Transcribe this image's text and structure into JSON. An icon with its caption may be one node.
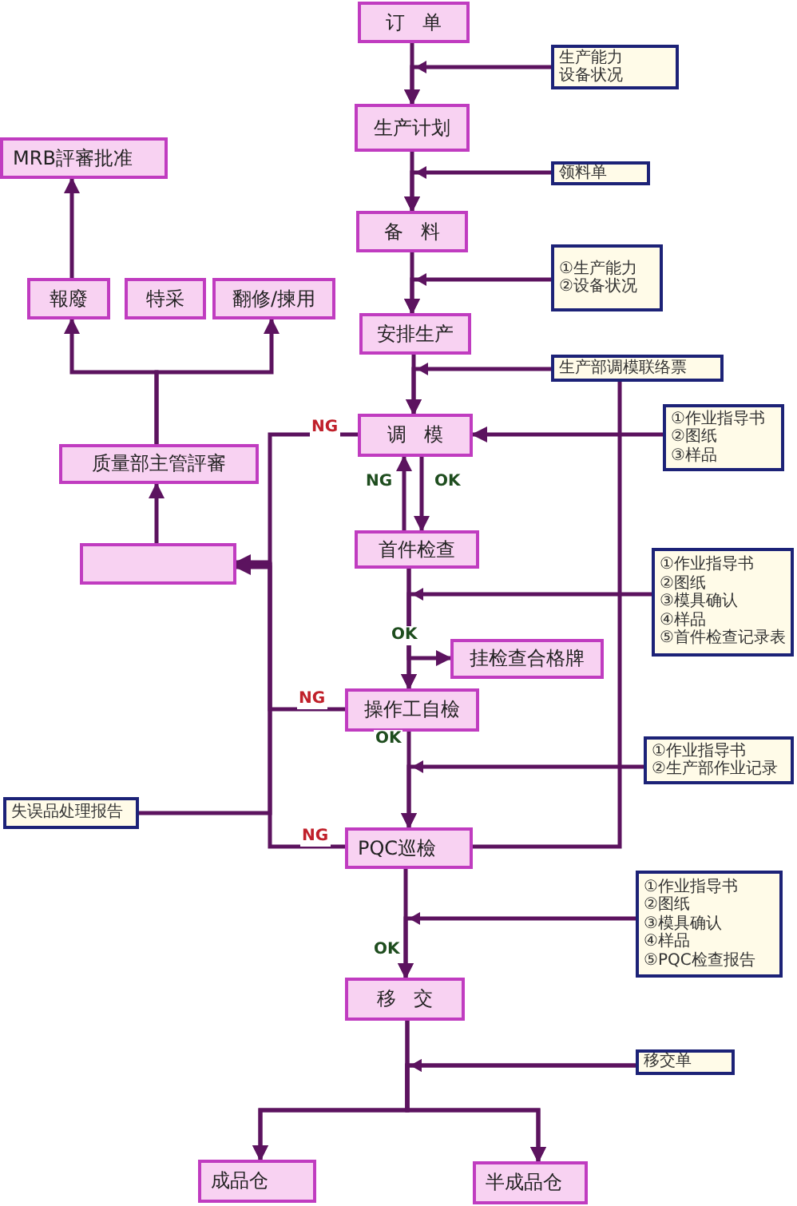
{
  "diagram": {
    "nodes": [
      {
        "text": [
          "订单"
        ]
      },
      {
        "text": [
          "生产能力",
          "设备状况"
        ]
      },
      {
        "text": [
          "生产计划"
        ]
      },
      {
        "text": [
          "领料单"
        ]
      },
      {
        "text": [
          "备料"
        ]
      },
      {
        "text": [
          "①生产能力",
          "②设备状况"
        ]
      },
      {
        "text": [
          "安排生产"
        ]
      },
      {
        "text": [
          "生产部调模联络票"
        ]
      },
      {
        "text": [
          "MRB評審批准"
        ]
      },
      {
        "text": [
          "報廢"
        ]
      },
      {
        "text": [
          "特采"
        ]
      },
      {
        "text": [
          "翻修/揀用"
        ]
      },
      {
        "text": [
          "质量部主管評審"
        ]
      },
      {
        "text": [
          "调模"
        ]
      },
      {
        "text": [
          "①作业指导书",
          "②图纸",
          "③样品"
        ]
      },
      {
        "text": [
          "首件检查"
        ]
      },
      {
        "text": [],
        "shape": "box"
      },
      {
        "text": [
          "①作业指导书",
          "②图纸",
          "③模具确认",
          "④样品",
          "⑤首件检查记录表"
        ]
      },
      {
        "text": [
          "挂检查合格牌"
        ]
      },
      {
        "text": [
          "操作工自檢"
        ]
      },
      {
        "text": [
          "①作业指导书",
          "②生产部作业记录"
        ]
      },
      {
        "text": [
          "失误品处理报告"
        ]
      },
      {
        "text": [
          "PQC巡檢"
        ]
      },
      {
        "text": [
          "①作业指导书",
          "②图纸",
          "③模具确认",
          "④样品",
          "⑤PQC检查报告"
        ]
      },
      {
        "text": [
          "移交"
        ]
      },
      {
        "text": [
          "移交单"
        ]
      },
      {
        "text": [
          "成品仓"
        ]
      },
      {
        "text": [
          "半成品仓"
        ]
      }
    ],
    "edges": [
      {
        "from": 0,
        "to": 2,
        "arrow": "to"
      },
      {
        "from": 1,
        "to": 2,
        "arrow": "to"
      },
      {
        "from": 2,
        "to": 4,
        "arrow": "to"
      },
      {
        "from": 3,
        "to": 4,
        "arrow": "to"
      },
      {
        "from": 4,
        "to": 6,
        "arrow": "to"
      },
      {
        "from": 5,
        "to": 6,
        "arrow": "to"
      },
      {
        "from": 6,
        "to": 13,
        "arrow": "to"
      },
      {
        "from": 7,
        "to": 13,
        "arrow": "to"
      },
      {
        "from": 14,
        "to": 13,
        "arrow": "to"
      },
      {
        "from": 13,
        "to": 15,
        "arrow": "to",
        "label": "OK"
      },
      {
        "from": 15,
        "to": 13,
        "arrow": "to",
        "label": "NG"
      },
      {
        "from": 13,
        "to": 16,
        "arrow": "to",
        "label": "NG"
      },
      {
        "from": 16,
        "to": 12,
        "arrow": "to"
      },
      {
        "from": 12,
        "to": 9,
        "arrow": "to"
      },
      {
        "from": 12,
        "to": 11,
        "arrow": "to"
      },
      {
        "from": 9,
        "to": 8,
        "arrow": "to"
      },
      {
        "from": 15,
        "to": 19,
        "arrow": "to",
        "label": "OK"
      },
      {
        "from": 17,
        "to": 19,
        "arrow": "to"
      },
      {
        "from": 15,
        "to": 18,
        "arrow": "to"
      },
      {
        "from": 19,
        "to": 16,
        "arrow": "to",
        "label": "NG"
      },
      {
        "from": 19,
        "to": 22,
        "arrow": "to",
        "label": "OK"
      },
      {
        "from": 20,
        "to": 22,
        "arrow": "to"
      },
      {
        "from": 21,
        "to": 16,
        "arrow": "to"
      },
      {
        "from": 22,
        "to": 16,
        "arrow": "to",
        "label": "NG"
      },
      {
        "from": 22,
        "to": 7,
        "arrow": "none"
      },
      {
        "from": 22,
        "to": 24,
        "arrow": "to",
        "label": "OK"
      },
      {
        "from": 23,
        "to": 24,
        "arrow": "to"
      },
      {
        "from": 24,
        "to": 26,
        "arrow": "to"
      },
      {
        "from": 24,
        "to": 27,
        "arrow": "to"
      },
      {
        "from": 25,
        "to": 26,
        "arrow": "to"
      },
      {
        "from": 25,
        "to": 27,
        "arrow": "to"
      }
    ]
  }
}
